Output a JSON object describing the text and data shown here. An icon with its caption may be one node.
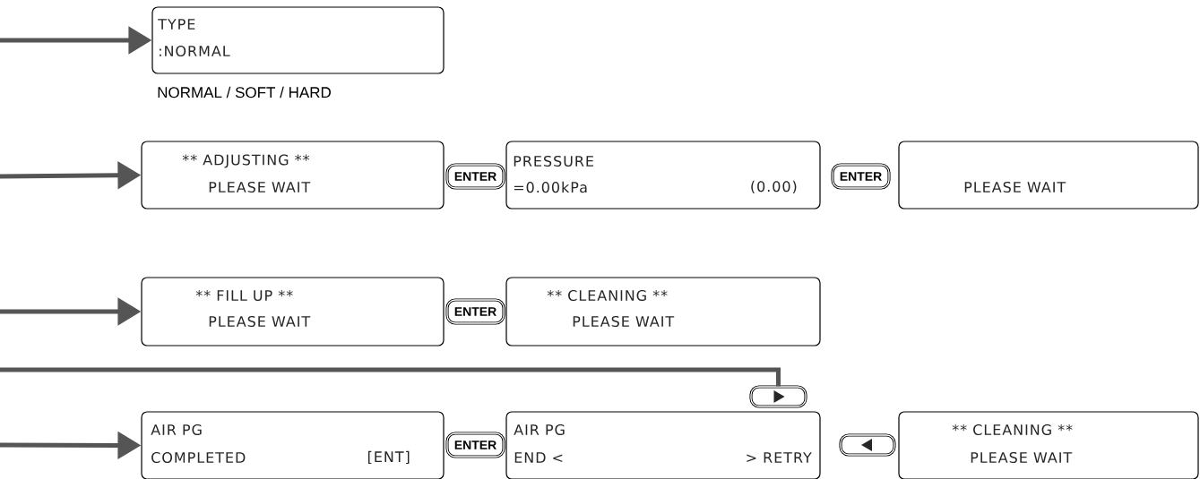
{
  "diagram": {
    "nodes": [
      {
        "text": [
          "TYPE",
          ":NORMAL"
        ],
        "beside": [
          "NORMAL / SOFT / HARD"
        ]
      },
      {
        "text": [
          "** ADJUSTING **",
          "PLEASE WAIT"
        ]
      },
      {
        "text": [
          "ENTER"
        ]
      },
      {
        "text": [
          "PRESSURE",
          "=0.00kPa",
          "(0.00)"
        ]
      },
      {
        "text": [
          "ENTER"
        ]
      },
      {
        "text": [
          "PLEASE WAIT"
        ]
      },
      {
        "text": [
          "** FILL UP **",
          "PLEASE WAIT"
        ]
      },
      {
        "text": [
          "ENTER"
        ]
      },
      {
        "text": [
          "** CLEANING **",
          "PLEASE WAIT"
        ]
      },
      {
        "text": [],
        "shape": "button"
      },
      {
        "text": [
          "AIR PG",
          "COMPLETED",
          "[ENT]"
        ]
      },
      {
        "text": [
          "ENTER"
        ]
      },
      {
        "text": [
          "AIR PG",
          "END <",
          "> RETRY"
        ]
      },
      {
        "text": [],
        "shape": "button"
      },
      {
        "text": [
          "** CLEANING **",
          "PLEASE WAIT"
        ]
      }
    ],
    "edges": [
      {
        "from": null,
        "to": 0,
        "arrow": "to"
      },
      {
        "from": null,
        "to": 1,
        "arrow": "to"
      },
      {
        "from": null,
        "to": 6,
        "arrow": "to"
      },
      {
        "from": null,
        "to": 9,
        "arrow": "none"
      },
      {
        "from": null,
        "to": 10,
        "arrow": "to"
      }
    ]
  }
}
